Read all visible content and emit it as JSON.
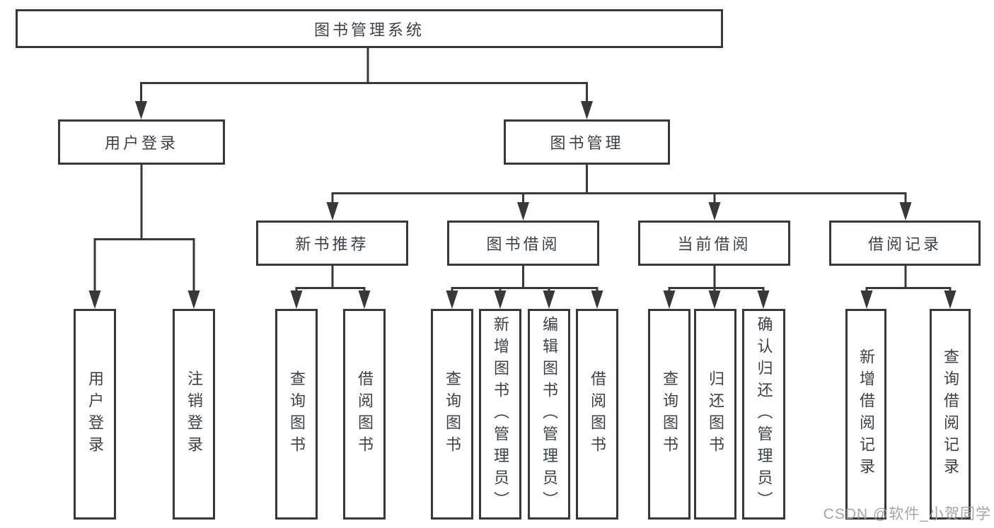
{
  "diagram": {
    "root": {
      "label": "图书管理系统",
      "children": [
        {
          "label": "用户登录",
          "children": [
            {
              "label": "用户登录"
            },
            {
              "label": "注销登录"
            }
          ]
        },
        {
          "label": "图书管理",
          "children": [
            {
              "label": "新书推荐",
              "children": [
                {
                  "label": "查询图书"
                },
                {
                  "label": "借阅图书"
                }
              ]
            },
            {
              "label": "图书借阅",
              "children": [
                {
                  "label": "查询图书"
                },
                {
                  "label": "新增图书（管理员）"
                },
                {
                  "label": "编辑图书（管理员）"
                },
                {
                  "label": "借阅图书"
                }
              ]
            },
            {
              "label": "当前借阅",
              "children": [
                {
                  "label": "查询图书"
                },
                {
                  "label": "归还图书"
                },
                {
                  "label": "确认归还（管理员）"
                }
              ]
            },
            {
              "label": "借阅记录",
              "children": [
                {
                  "label": "新增借阅记录"
                },
                {
                  "label": "查询借阅记录"
                }
              ]
            }
          ]
        }
      ]
    }
  },
  "watermark": {
    "text": "CSDN @软件_小贺同学"
  },
  "colors": {
    "line": "#383838",
    "box_border": "#383838",
    "text": "#3d4149",
    "background": "#ffffff",
    "watermark": "#9e9e9e"
  }
}
